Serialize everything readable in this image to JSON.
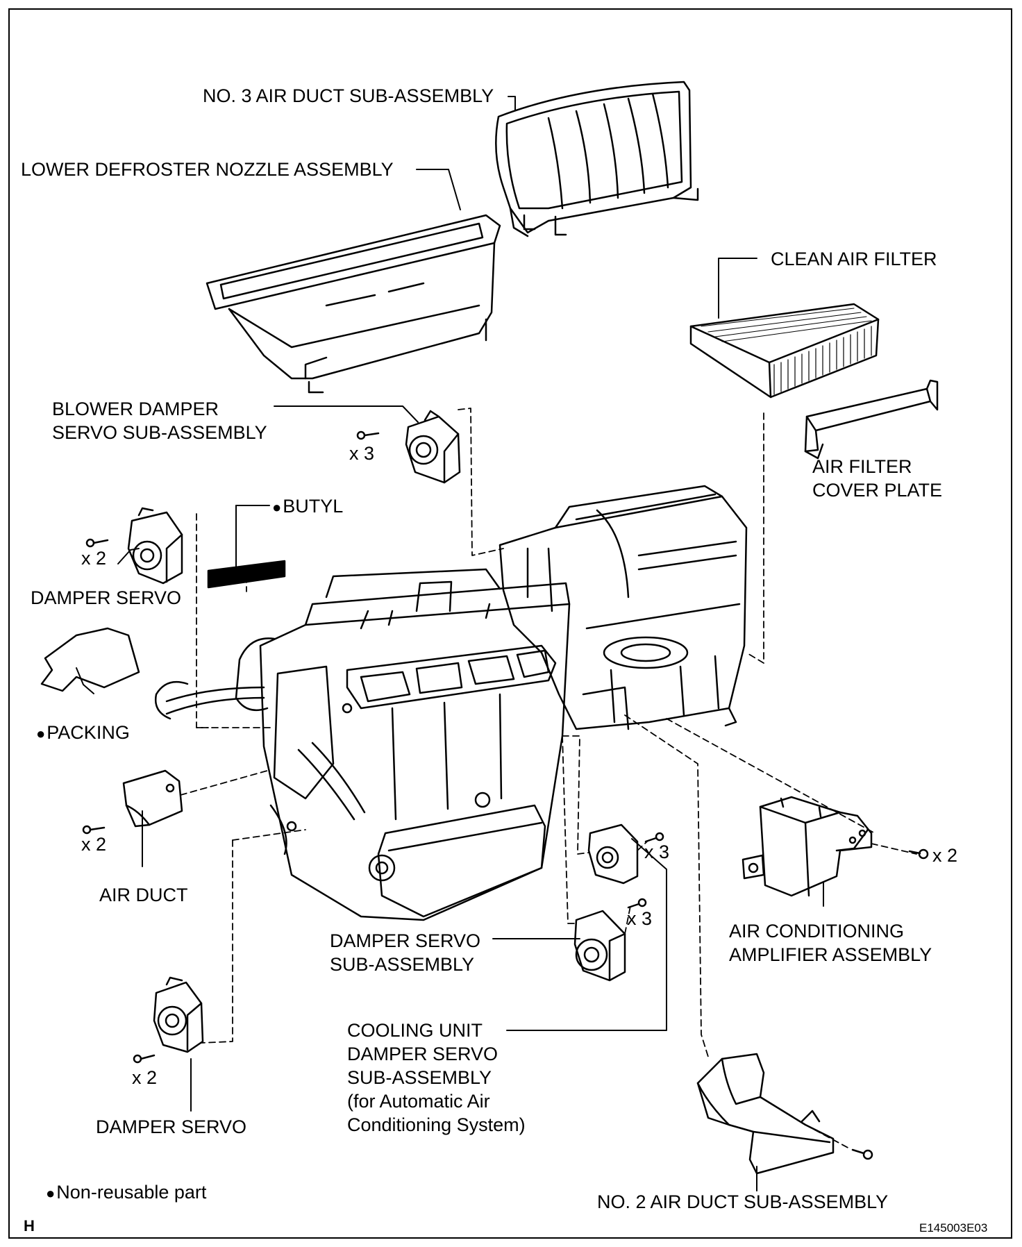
{
  "labels": {
    "no3_air_duct": "NO. 3 AIR DUCT SUB-ASSEMBLY",
    "lower_defroster": "LOWER DEFROSTER NOZZLE ASSEMBLY",
    "clean_air_filter": "CLEAN AIR FILTER",
    "blower_damper_1": "BLOWER DAMPER",
    "blower_damper_2": "SERVO SUB-ASSEMBLY",
    "x3_top": "x 3",
    "air_filter_cover_1": "AIR FILTER",
    "air_filter_cover_2": "COVER PLATE",
    "butyl": "BUTYL",
    "x2_left_top": "x 2",
    "damper_servo_left": "DAMPER SERVO",
    "packing": "PACKING",
    "x2_air_duct": "x 2",
    "air_duct": "AIR DUCT",
    "x3_mid": "x 3",
    "x3_lower": "x 3",
    "x2_right": "x 2",
    "damper_servo_sub_1": "DAMPER SERVO",
    "damper_servo_sub_2": "SUB-ASSEMBLY",
    "ac_amp_1": "AIR CONDITIONING",
    "ac_amp_2": "AMPLIFIER ASSEMBLY",
    "cooling_1": "COOLING UNIT",
    "cooling_2": "DAMPER SERVO",
    "cooling_3": "SUB-ASSEMBLY",
    "cooling_4": "(for Automatic Air",
    "cooling_5": "Conditioning System)",
    "x2_bottom": "x 2",
    "damper_servo_bottom": "DAMPER SERVO",
    "no2_air_duct": "NO. 2 AIR DUCT SUB-ASSEMBLY",
    "non_reusable": "Non-reusable part",
    "corner_letter": "H",
    "figure_code": "E145003E03"
  },
  "icons": [
    "screw-icon",
    "filled-dot-icon"
  ]
}
